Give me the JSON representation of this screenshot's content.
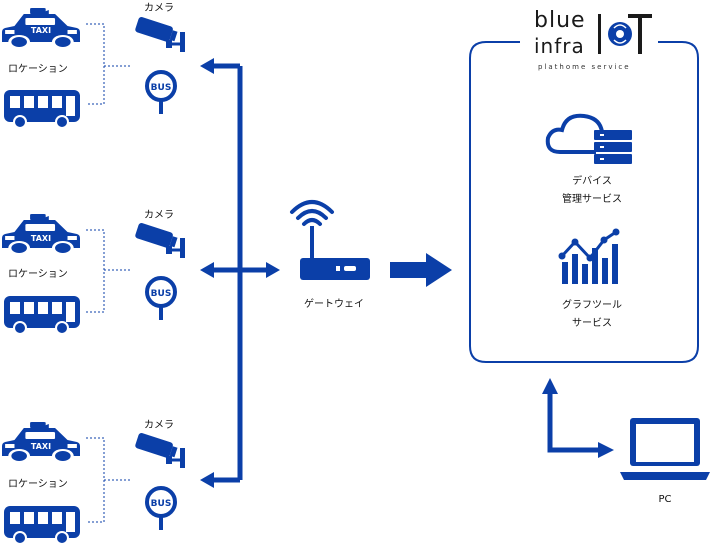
{
  "locations": [
    {
      "location_label": "ロケーション",
      "camera_label": "カメラ",
      "taxi_text": "TAXI",
      "bus_sign_text": "BUS"
    },
    {
      "location_label": "ロケーション",
      "camera_label": "カメラ",
      "taxi_text": "TAXI",
      "bus_sign_text": "BUS"
    },
    {
      "location_label": "ロケーション",
      "camera_label": "カメラ",
      "taxi_text": "TAXI",
      "bus_sign_text": "BUS"
    }
  ],
  "gateway": {
    "label": "ゲートウェイ"
  },
  "cloud_service": {
    "brand_word1": "blue",
    "brand_word2": "infra",
    "brand_iot": "IoT",
    "brand_tagline": "plathome service",
    "device_service_line1": "デバイス",
    "device_service_line2": "管理サービス",
    "graph_service_line1": "グラフツール",
    "graph_service_line2": "サービス"
  },
  "pc": {
    "label": "PC"
  },
  "colors": {
    "primary": "#0b3fa8",
    "text": "#111111"
  }
}
